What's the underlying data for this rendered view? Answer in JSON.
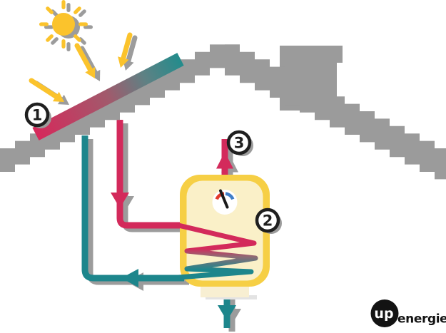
{
  "badges": {
    "collector": "1",
    "tank": "2",
    "hot_water": "3"
  },
  "logo": {
    "mark": "up",
    "word": "energie"
  },
  "icons": {
    "sun": "sun-icon",
    "solar_panel": "solar-panel",
    "gauge": "temperature-gauge-icon",
    "arrows": "sunlight-arrow-icons"
  },
  "colors": {
    "background": "#FFFFFF",
    "roof": "#9B9B9B",
    "shadow": "#9C9C9C",
    "sun": "#FBC32C",
    "ray_arrow": "#FBC32C",
    "pipe_hot": "#D32A5B",
    "pipe_cold": "#1D868C",
    "panel_hot": "#D6295B",
    "panel_mid": "#A15A6C",
    "panel_mid2": "#5F8184",
    "panel_cold": "#238C8C",
    "coil_hot": "#D32A5B",
    "coil_mid": "#8E6B74",
    "coil_cold": "#1D868C",
    "tank_body": "#F6CF45",
    "tank_inner": "#FAF0C8",
    "pedestal": "#F8EFD2",
    "pedestal_shadow": "#E3E3E3",
    "gauge_face": "#FFFFFF",
    "gauge_red": "#E33A2B",
    "gauge_blue": "#3F7EC8",
    "needle": "#1A1A1A",
    "badge_fill": "#FFFFFF",
    "badge_border": "#1F1F1F",
    "ink": "#131313",
    "logo_text": "#FFFFFF"
  }
}
